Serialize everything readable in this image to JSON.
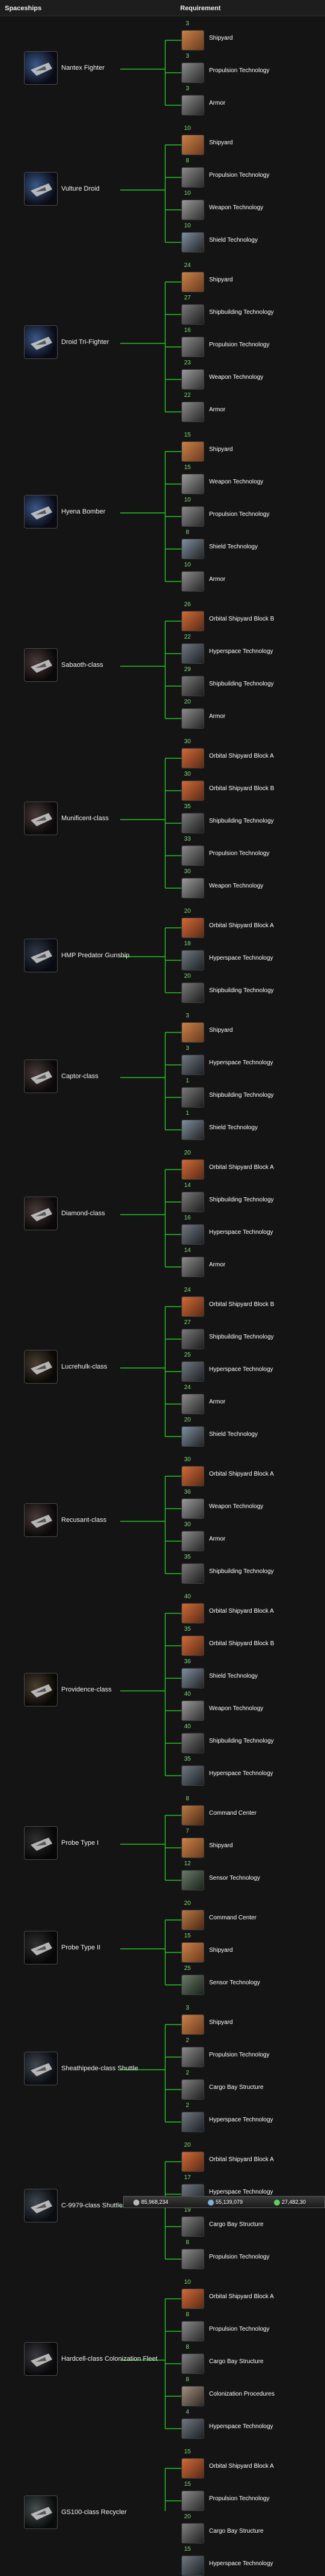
{
  "header": {
    "col1": "Spaceships",
    "col2": "Requirement"
  },
  "colors": {
    "line": "#22c322",
    "level": "#78e078",
    "bg": "#141414"
  },
  "ships": [
    {
      "name": "Nantex Fighter",
      "icon": "starfighter-icon",
      "reqs": [
        {
          "level": "3",
          "name": "Shipyard",
          "icon": "shipyard-icon"
        },
        {
          "level": "3",
          "name": "Propulsion Technology",
          "icon": "propulsion-icon"
        },
        {
          "level": "3",
          "name": "Armor",
          "icon": "armor-icon"
        }
      ]
    },
    {
      "name": "Vulture Droid",
      "icon": "starfighter-icon",
      "reqs": [
        {
          "level": "10",
          "name": "Shipyard",
          "icon": "shipyard-icon"
        },
        {
          "level": "8",
          "name": "Propulsion Technology",
          "icon": "propulsion-icon"
        },
        {
          "level": "10",
          "name": "Weapon Technology",
          "icon": "weapon-icon"
        },
        {
          "level": "10",
          "name": "Shield Technology",
          "icon": "shield-icon"
        }
      ]
    },
    {
      "name": "Droid Tri-Fighter",
      "icon": "starfighter-icon",
      "reqs": [
        {
          "level": "24",
          "name": "Shipyard",
          "icon": "shipyard-icon"
        },
        {
          "level": "27",
          "name": "Shipbuilding Technology",
          "icon": "shipbuilding-icon"
        },
        {
          "level": "16",
          "name": "Propulsion Technology",
          "icon": "propulsion-icon"
        },
        {
          "level": "23",
          "name": "Weapon Technology",
          "icon": "weapon-icon"
        },
        {
          "level": "22",
          "name": "Armor",
          "icon": "armor-icon"
        }
      ]
    },
    {
      "name": "Hyena Bomber",
      "icon": "starfighter-icon",
      "reqs": [
        {
          "level": "15",
          "name": "Shipyard",
          "icon": "shipyard-icon"
        },
        {
          "level": "15",
          "name": "Weapon Technology",
          "icon": "weapon-icon"
        },
        {
          "level": "10",
          "name": "Propulsion Technology",
          "icon": "propulsion-icon"
        },
        {
          "level": "8",
          "name": "Shield Technology",
          "icon": "shield-icon"
        },
        {
          "level": "10",
          "name": "Armor",
          "icon": "armor-icon"
        }
      ]
    },
    {
      "name": "Sabaoth-class",
      "icon": "cruiser-icon",
      "reqs": [
        {
          "level": "26",
          "name": "Orbital Shipyard Block B",
          "icon": "orbital-shipyard-icon"
        },
        {
          "level": "22",
          "name": "Hyperspace Technology",
          "icon": "hyperspace-icon"
        },
        {
          "level": "29",
          "name": "Shipbuilding Technology",
          "icon": "shipbuilding-icon"
        },
        {
          "level": "20",
          "name": "Armor",
          "icon": "armor-icon"
        }
      ]
    },
    {
      "name": "Munificent-class",
      "icon": "cruiser-icon",
      "reqs": [
        {
          "level": "30",
          "name": "Orbital Shipyard Block A",
          "icon": "orbital-shipyard-icon"
        },
        {
          "level": "30",
          "name": "Orbital Shipyard Block B",
          "icon": "orbital-shipyard-icon"
        },
        {
          "level": "35",
          "name": "Shipbuilding Technology",
          "icon": "shipbuilding-icon"
        },
        {
          "level": "33",
          "name": "Propulsion Technology",
          "icon": "propulsion-icon"
        },
        {
          "level": "30",
          "name": "Weapon Technology",
          "icon": "weapon-icon"
        }
      ]
    },
    {
      "name": "HMP Predator Gunship",
      "icon": "gunship-icon",
      "reqs": [
        {
          "level": "20",
          "name": "Orbital Shipyard Block A",
          "icon": "orbital-shipyard-icon"
        },
        {
          "level": "18",
          "name": "Hyperspace Technology",
          "icon": "hyperspace-icon"
        },
        {
          "level": "20",
          "name": "Shipbuilding Technology",
          "icon": "shipbuilding-icon"
        }
      ]
    },
    {
      "name": "Captor-class",
      "icon": "cruiser-icon",
      "reqs": [
        {
          "level": "3",
          "name": "Shipyard",
          "icon": "shipyard-icon"
        },
        {
          "level": "3",
          "name": "Hyperspace Technology",
          "icon": "hyperspace-icon"
        },
        {
          "level": "1",
          "name": "Shipbuilding Technology",
          "icon": "shipbuilding-icon"
        },
        {
          "level": "1",
          "name": "Shield Technology",
          "icon": "shield-icon"
        }
      ]
    },
    {
      "name": "Diamond-class",
      "icon": "cruiser-icon",
      "reqs": [
        {
          "level": "20",
          "name": "Orbital Shipyard Block A",
          "icon": "orbital-shipyard-icon"
        },
        {
          "level": "14",
          "name": "Shipbuilding Technology",
          "icon": "shipbuilding-icon"
        },
        {
          "level": "16",
          "name": "Hyperspace Technology",
          "icon": "hyperspace-icon"
        },
        {
          "level": "14",
          "name": "Armor",
          "icon": "armor-icon"
        }
      ]
    },
    {
      "name": "Lucrehulk-class",
      "icon": "battleship-icon",
      "reqs": [
        {
          "level": "24",
          "name": "Orbital Shipyard Block B",
          "icon": "orbital-shipyard-icon"
        },
        {
          "level": "27",
          "name": "Shipbuilding Technology",
          "icon": "shipbuilding-icon"
        },
        {
          "level": "25",
          "name": "Hyperspace Technology",
          "icon": "hyperspace-icon"
        },
        {
          "level": "24",
          "name": "Armor",
          "icon": "armor-icon"
        },
        {
          "level": "20",
          "name": "Shield Technology",
          "icon": "shield-icon"
        }
      ]
    },
    {
      "name": "Recusant-class",
      "icon": "cruiser-icon",
      "reqs": [
        {
          "level": "30",
          "name": "Orbital Shipyard Block A",
          "icon": "orbital-shipyard-icon"
        },
        {
          "level": "36",
          "name": "Weapon Technology",
          "icon": "weapon-icon"
        },
        {
          "level": "30",
          "name": "Armor",
          "icon": "armor-icon"
        },
        {
          "level": "35",
          "name": "Shipbuilding Technology",
          "icon": "shipbuilding-icon"
        }
      ]
    },
    {
      "name": "Providence-class",
      "icon": "battleship-icon",
      "reqs": [
        {
          "level": "40",
          "name": "Orbital Shipyard Block A",
          "icon": "orbital-shipyard-icon"
        },
        {
          "level": "35",
          "name": "Orbital Shipyard Block B",
          "icon": "orbital-shipyard-icon"
        },
        {
          "level": "36",
          "name": "Shield Technology",
          "icon": "shield-icon"
        },
        {
          "level": "40",
          "name": "Weapon Technology",
          "icon": "weapon-icon"
        },
        {
          "level": "40",
          "name": "Shipbuilding Technology",
          "icon": "shipbuilding-icon"
        },
        {
          "level": "35",
          "name": "Hyperspace Technology",
          "icon": "hyperspace-icon"
        }
      ]
    },
    {
      "name": "Probe Type I",
      "icon": "probe-icon",
      "reqs": [
        {
          "level": "8",
          "name": "Command Center",
          "icon": "command-center-icon"
        },
        {
          "level": "7",
          "name": "Shipyard",
          "icon": "shipyard-icon"
        },
        {
          "level": "12",
          "name": "Sensor Technology",
          "icon": "sensor-icon"
        }
      ]
    },
    {
      "name": "Probe Type II",
      "icon": "probe-icon",
      "reqs": [
        {
          "level": "20",
          "name": "Command Center",
          "icon": "command-center-icon"
        },
        {
          "level": "15",
          "name": "Shipyard",
          "icon": "shipyard-icon"
        },
        {
          "level": "25",
          "name": "Sensor Technology",
          "icon": "sensor-icon"
        }
      ]
    },
    {
      "name": "Sheathipede-class Shuttle",
      "icon": "shuttle-icon",
      "reqs": [
        {
          "level": "3",
          "name": "Shipyard",
          "icon": "shipyard-icon"
        },
        {
          "level": "2",
          "name": "Propulsion Technology",
          "icon": "propulsion-icon"
        },
        {
          "level": "2",
          "name": "Cargo Bay Structure",
          "icon": "cargo-bay-icon"
        },
        {
          "level": "2",
          "name": "Hyperspace Technology",
          "icon": "hyperspace-icon"
        }
      ]
    },
    {
      "name": "C-9979-class Shuttle",
      "icon": "shuttle-icon",
      "reqs": [
        {
          "level": "20",
          "name": "Orbital Shipyard Block A",
          "icon": "orbital-shipyard-icon"
        },
        {
          "level": "17",
          "name": "Hyperspace Technology",
          "icon": "hyperspace-icon"
        },
        {
          "level": "19",
          "name": "Cargo Bay Structure",
          "icon": "cargo-bay-icon"
        },
        {
          "level": "8",
          "name": "Propulsion Technology",
          "icon": "propulsion-icon"
        }
      ]
    },
    {
      "name": "Hardcell-class Colonization Fleet",
      "icon": "colony-ship-icon",
      "reqs": [
        {
          "level": "10",
          "name": "Orbital Shipyard Block A",
          "icon": "orbital-shipyard-icon"
        },
        {
          "level": "8",
          "name": "Propulsion Technology",
          "icon": "propulsion-icon"
        },
        {
          "level": "8",
          "name": "Cargo Bay Structure",
          "icon": "cargo-bay-icon"
        },
        {
          "level": "8",
          "name": "Colonization Procedures",
          "icon": "colonization-icon"
        },
        {
          "level": "4",
          "name": "Hyperspace Technology",
          "icon": "hyperspace-icon"
        }
      ]
    },
    {
      "name": "GS100-class Recycler",
      "icon": "recycler-icon",
      "reqs": [
        {
          "level": "15",
          "name": "Orbital Shipyard Block A",
          "icon": "orbital-shipyard-icon"
        },
        {
          "level": "15",
          "name": "Propulsion Technology",
          "icon": "propulsion-icon"
        },
        {
          "level": "20",
          "name": "Cargo Bay Structure",
          "icon": "cargo-bay-icon"
        },
        {
          "level": "15",
          "name": "Hyperspace Technology",
          "icon": "hyperspace-icon"
        }
      ]
    }
  ],
  "resources": [
    {
      "value": "85,968,234",
      "icon": "metal-icon",
      "color": "#b9b9b9"
    },
    {
      "value": "55,139,079",
      "icon": "crystal-icon",
      "color": "#7fb0e0"
    },
    {
      "value": "27,482,30",
      "icon": "deuterium-icon",
      "color": "#5fd05f"
    }
  ]
}
